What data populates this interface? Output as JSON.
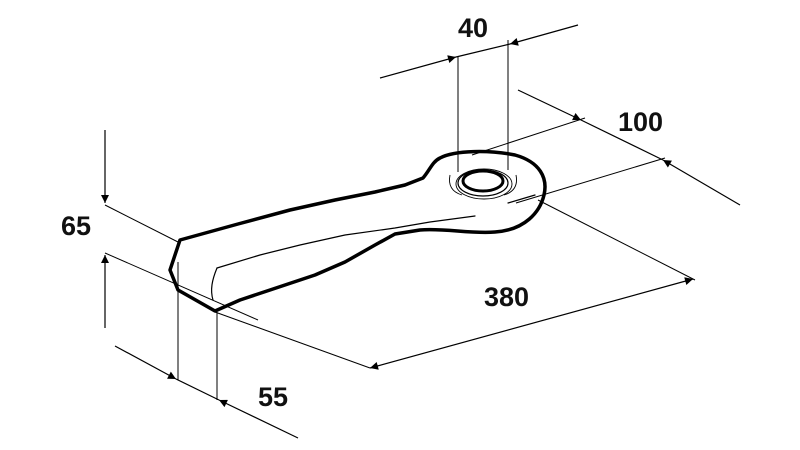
{
  "drawing": {
    "subject": "blade with mounting eye (isometric view)",
    "line_color": "#000000",
    "background": "#ffffff"
  },
  "dimensions": {
    "hole_diameter": {
      "label": "40"
    },
    "eye_width": {
      "label": "100"
    },
    "overall_length": {
      "label": "380"
    },
    "height": {
      "label": "65"
    },
    "width": {
      "label": "55"
    }
  }
}
